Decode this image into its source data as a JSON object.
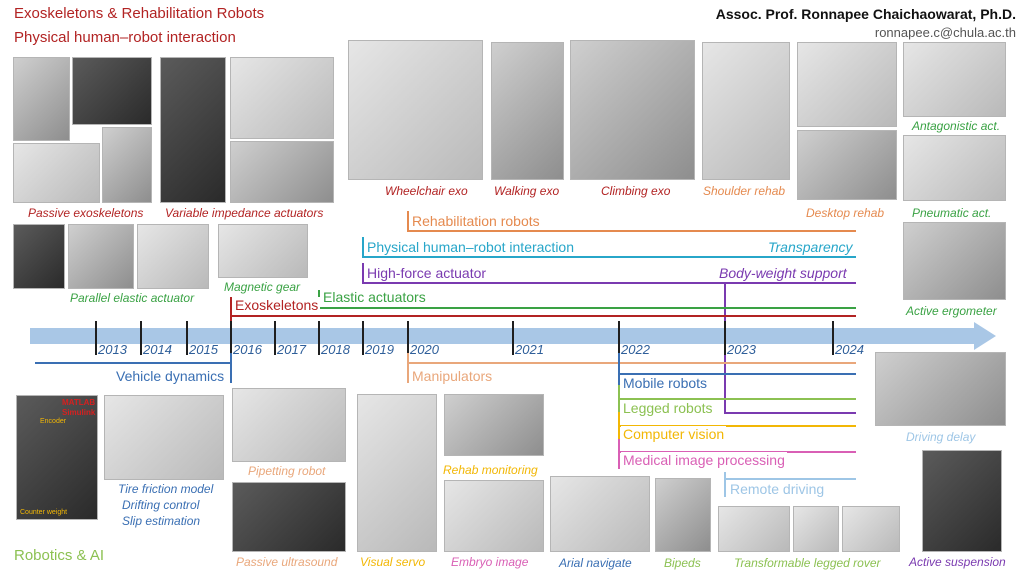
{
  "header": {
    "title_line1": "Exoskeletons & Rehabilitation Robots",
    "title_line2": "Physical human–robot interaction",
    "author": "Assoc. Prof. Ronnapee Chaichaowarat, Ph.D.",
    "email": "ronnapee.c@chula.ac.th"
  },
  "colors": {
    "title_red": "#b22323",
    "timeline_blue": "#a9c7e6",
    "year_blue": "#2f5f9a",
    "exo_red": "#b22323",
    "elastic_green": "#3aa244",
    "force_purple": "#7a3ab0",
    "phri_cyan": "#27a6c9",
    "rehab_orange": "#e58a4f",
    "vehicle_blue": "#3a6fb3",
    "manip_peach": "#e9a77b",
    "mobile_blue": "#3a6fb3",
    "legged_green": "#8cc152",
    "vision_yellow": "#f2b705",
    "medical_pink": "#d95fb5",
    "remote_lightblue": "#9ec6e6",
    "robotics_green": "#8cc152"
  },
  "timeline": {
    "years": [
      "2013",
      "2014",
      "2015",
      "2016",
      "2017",
      "2018",
      "2019",
      "2020",
      "2021",
      "2022",
      "2023",
      "2024"
    ]
  },
  "tracks": {
    "exoskeletons": "Exoskeletons",
    "elastic_actuators": "Elastic actuators",
    "high_force_actuator": "High-force actuator",
    "body_weight_support": "Body-weight support",
    "phri": "Physical human–robot interaction",
    "transparency": "Transparency",
    "rehabilitation_robots": "Rehabilitation robots",
    "vehicle_dynamics": "Vehicle dynamics",
    "manipulators": "Manipulators",
    "mobile_robots": "Mobile robots",
    "legged_robots": "Legged robots",
    "computer_vision": "Computer vision",
    "medical_image_processing": "Medical image processing",
    "remote_driving": "Remote driving"
  },
  "captions": {
    "passive_exoskeletons": "Passive exoskeletons",
    "variable_impedance_actuators": "Variable impedance actuators",
    "wheelchair_exo": "Wheelchair exo",
    "walking_exo": "Walking exo",
    "climbing_exo": "Climbing exo",
    "shoulder_rehab": "Shoulder rehab",
    "desktop_rehab": "Desktop rehab",
    "antagonistic_act": "Antagonistic act.",
    "pneumatic_act": "Pneumatic act.",
    "parallel_elastic_actuator": "Parallel elastic actuator",
    "magnetic_gear": "Magnetic gear",
    "active_ergometer": "Active ergometer",
    "driving_delay": "Driving delay",
    "tire_friction": "Tire friction model",
    "drifting_control": "Drifting control",
    "slip_estimation": "Slip estimation",
    "pipetting_robot": "Pipetting robot",
    "passive_ultrasound": "Passive ultrasound",
    "visual_servo": "Visual servo",
    "rehab_monitoring": "Rehab monitoring",
    "embryo_image": "Embryo image",
    "arial_navigate": "Arial navigate",
    "bipeds": "Bipeds",
    "transformable_legged_rover": "Transformable legged rover",
    "active_suspension": "Active suspension",
    "robotics_ai": "Robotics & AI"
  },
  "photo_labels": {
    "matlab": "MATLAB",
    "simulink": "Simulink",
    "encoder": "Encoder",
    "counter_weight": "Counter weight"
  }
}
